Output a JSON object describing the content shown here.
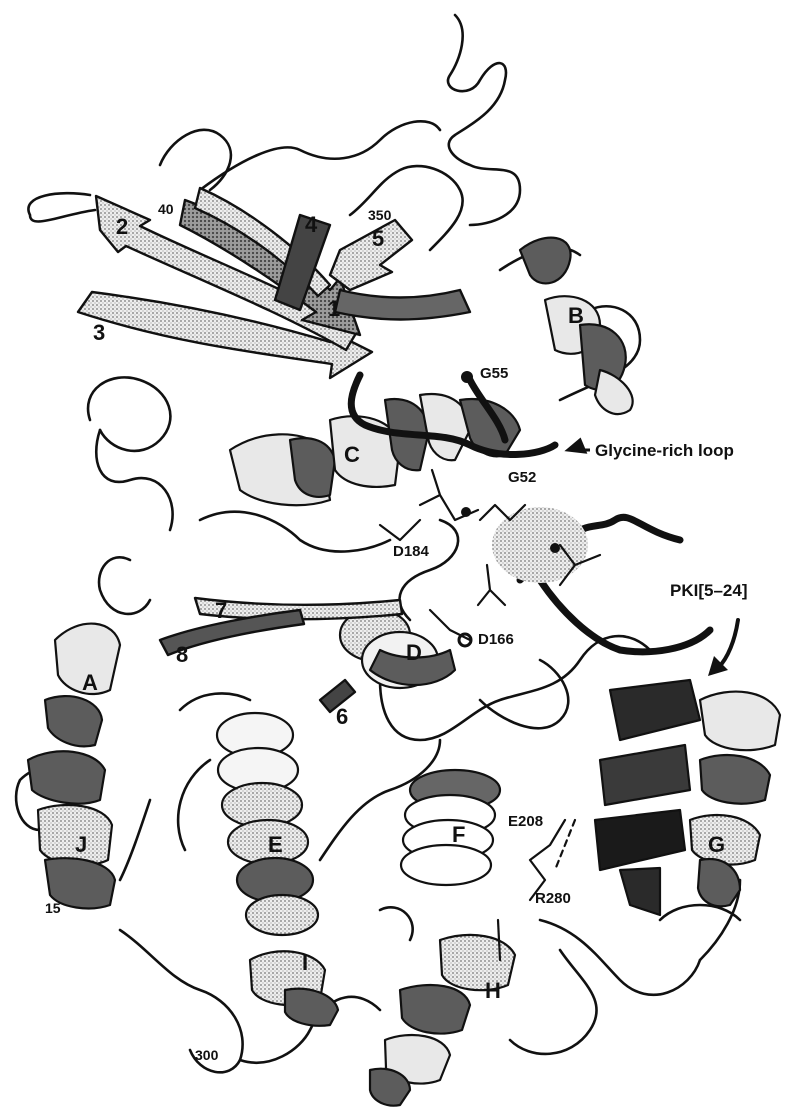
{
  "labels": {
    "helices": [
      "A",
      "B",
      "C",
      "D",
      "E",
      "F",
      "G",
      "H",
      "I",
      "J"
    ],
    "strands": [
      "1",
      "2",
      "3",
      "4",
      "5",
      "6",
      "7",
      "8"
    ],
    "residues": [
      "40",
      "350",
      "15",
      "300"
    ],
    "sites": [
      "G55",
      "G52",
      "D184",
      "D166",
      "E208",
      "R280"
    ],
    "glycine_loop": "Glycine-rich loop",
    "pki": "PKI[5–24]"
  },
  "colors": {
    "dark_ribbon": "#5c5c5c",
    "light_ribbon": "#e8e8e8",
    "stipple": "#c8c8c8",
    "ink": "#111111"
  }
}
